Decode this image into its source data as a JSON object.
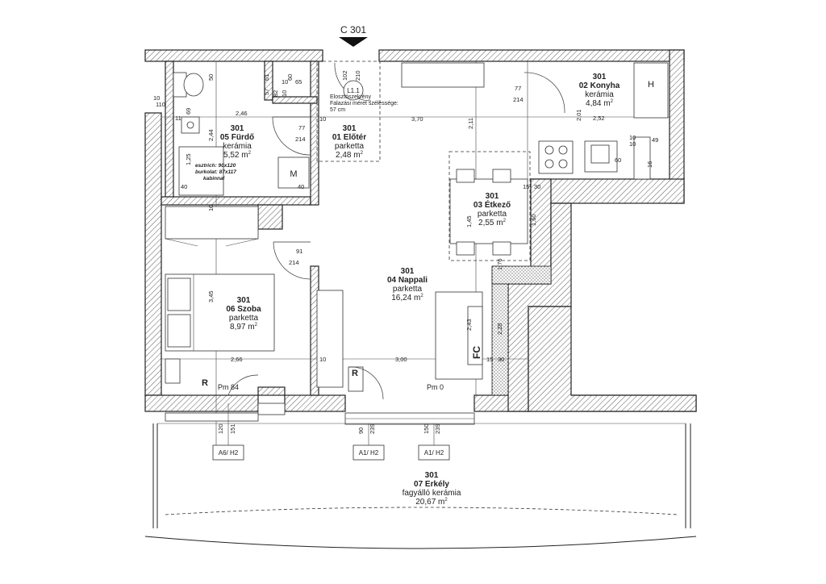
{
  "section_marker": "C 301",
  "rooms": {
    "eloter": {
      "no": "301",
      "name": "01 Előtér",
      "floor": "parketta",
      "area": "2,48 m",
      "sup": "2"
    },
    "konyha": {
      "no": "301",
      "name": "02 Konyha",
      "floor": "kerámia",
      "area": "4,84 m",
      "sup": "2"
    },
    "etkezo": {
      "no": "301",
      "name": "03 Étkező",
      "floor": "parketta",
      "area": "2,55 m",
      "sup": "2"
    },
    "nappali": {
      "no": "301",
      "name": "04 Nappali",
      "floor": "parketta",
      "area": "16,24 m",
      "sup": "2"
    },
    "furdo": {
      "no": "301",
      "name": "05 Fürdő",
      "floor": "kerámia",
      "area": "5,52 m",
      "sup": "2"
    },
    "szoba": {
      "no": "301",
      "name": "06 Szoba",
      "floor": "parketta",
      "area": "8,97 m",
      "sup": "2"
    },
    "erkely": {
      "no": "301",
      "name": "07 Erkély",
      "floor": "fagyálló kerámia",
      "area": "20,67 m",
      "sup": "2"
    }
  },
  "notes": {
    "panel_id": "L1.1",
    "panel_line1": "Elosztószekrény",
    "panel_line2": "Falazási méret szélessége:",
    "panel_line3": "57 cm",
    "bath_line1": "esztrich: 90x120",
    "bath_line2": "burkolat: 87x117",
    "bath_line3": "kabinnal"
  },
  "symbols": {
    "m": "M",
    "h": "H",
    "r1": "R",
    "r2": "R",
    "fc": "FC",
    "pm84": "Pm 84",
    "pm0": "Pm 0"
  },
  "tags": {
    "a6": "A6/ H2",
    "a1a": "A1/ H2",
    "a1b": "A1/ H2"
  },
  "dims": {
    "d_102": "102",
    "d_210": "210",
    "d_50": "50",
    "d_57": "57",
    "d_61": "61",
    "d_10a": "10",
    "d_65": "65",
    "d_60": "60",
    "d_69": "69",
    "d_11": "11",
    "d_82": "82",
    "d_10b": "10",
    "d_110": "110",
    "d_10c": "10",
    "d_246": "2,46",
    "d_77a": "77",
    "d_214a": "214",
    "d_10d": "10",
    "d_370": "3,70",
    "d_211": "2,11",
    "d_77b": "77",
    "d_214b": "214",
    "d_201": "2,01",
    "d_252": "2,52",
    "d_10e": "10",
    "d_10f": "10",
    "d_49": "49",
    "d_60b": "60",
    "d_16": "16",
    "d_244": "2,44",
    "d_125": "1,25",
    "d_40a": "40",
    "d_40b": "40",
    "d_15a": "15",
    "d_30a": "30",
    "d_160": "1,60",
    "d_145": "1,45",
    "d_10g": "10",
    "d_91": "91",
    "d_214c": "214",
    "d_345": "3,45",
    "d_176": "1,76",
    "d_243": "2,43",
    "d_228": "2,28",
    "d_266": "2,66",
    "d_10h": "10",
    "d_300": "3,00",
    "d_15b": "15",
    "d_30b": "30",
    "d_120": "120",
    "d_151": "151",
    "d_90": "90",
    "d_239a": "239",
    "d_150": "150",
    "d_239b": "239"
  }
}
